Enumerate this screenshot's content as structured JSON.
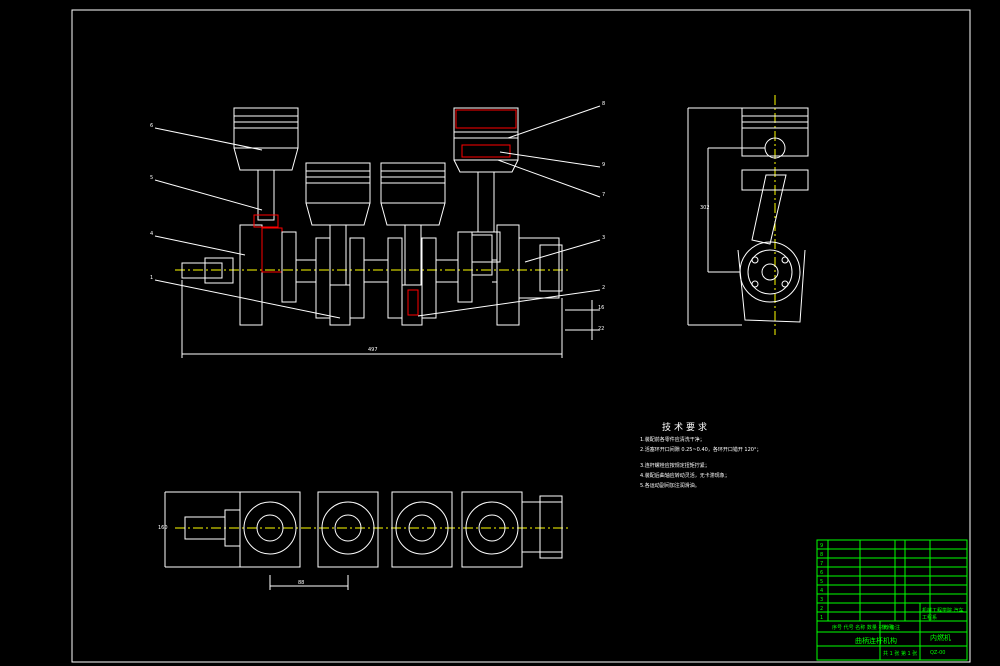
{
  "drawing": {
    "notes_title": "技术要求",
    "notes": [
      "1.装配前各零件应清洗干净；",
      "2.活塞环开口间隙 0.25~0.40，各环开口错开 120°；",
      "3.连杆螺栓应按规定扭矩拧紧；",
      "4.装配后曲轴应转动灵活，无卡滞现象；",
      "5.各运动副间加注润滑油。"
    ],
    "dimensions": {
      "overall_length": "497",
      "side_height": "302",
      "bottom_width": "160",
      "bottom_pitch": "88",
      "right_small_1": "16",
      "right_small_2": "22"
    },
    "part_callouts_left": [
      "6",
      "5",
      "4",
      "1"
    ],
    "part_callouts_right": [
      "8",
      "9",
      "7",
      "3",
      "2"
    ],
    "title_block": {
      "drawing_title": "曲柄连杆机构",
      "school": "机械工程学院 汽车工程系",
      "name": "内燃机",
      "drawing_number": "QZ-00",
      "scale_label": "比例",
      "sheet_label": "共 1 张 第 1 张",
      "rows": [
        "9",
        "8",
        "7",
        "6",
        "5",
        "4",
        "3",
        "2",
        "1"
      ],
      "col_headers": [
        "序号",
        "代号",
        "名称",
        "数量",
        "材料",
        "备注"
      ]
    },
    "colors": {
      "background": "#000000",
      "outline": "#ffffff",
      "center_line": "#ffff00",
      "hatch": "#ff0000",
      "title_block": "#00ff00",
      "leader": "#ff00ff"
    }
  }
}
